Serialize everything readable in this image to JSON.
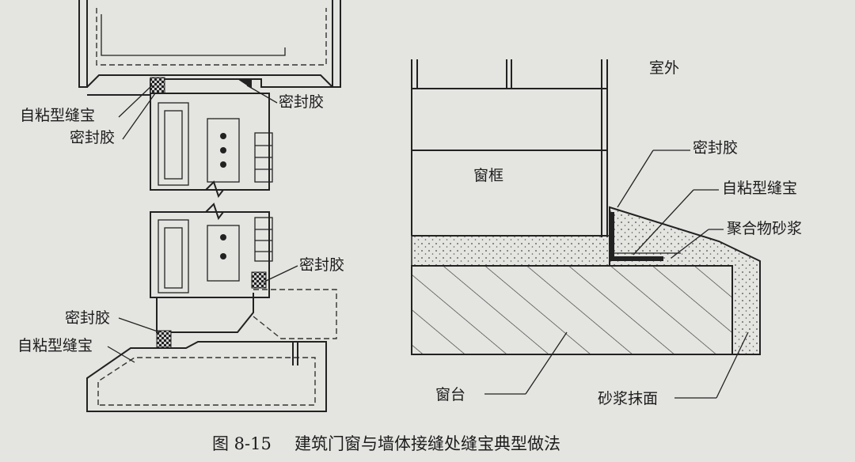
{
  "caption": {
    "fig_no": "图 8-15",
    "title": "建筑门窗与墙体接缝处缝宝典型做法"
  },
  "left_labels": {
    "tape_top": "自粘型缝宝",
    "sealant_top_left": "密封胶",
    "sealant_top_right": "密封胶",
    "sealant_mid_right": "密封胶",
    "sealant_bottom_left": "密封胶",
    "tape_bottom": "自粘型缝宝"
  },
  "right_labels": {
    "outdoor": "室外",
    "sealant": "密封胶",
    "tape": "自粘型缝宝",
    "polymer_mortar": "聚合物砂浆",
    "window_frame": "窗框",
    "sill": "窗台",
    "mortar_finish": "砂浆抹面"
  }
}
